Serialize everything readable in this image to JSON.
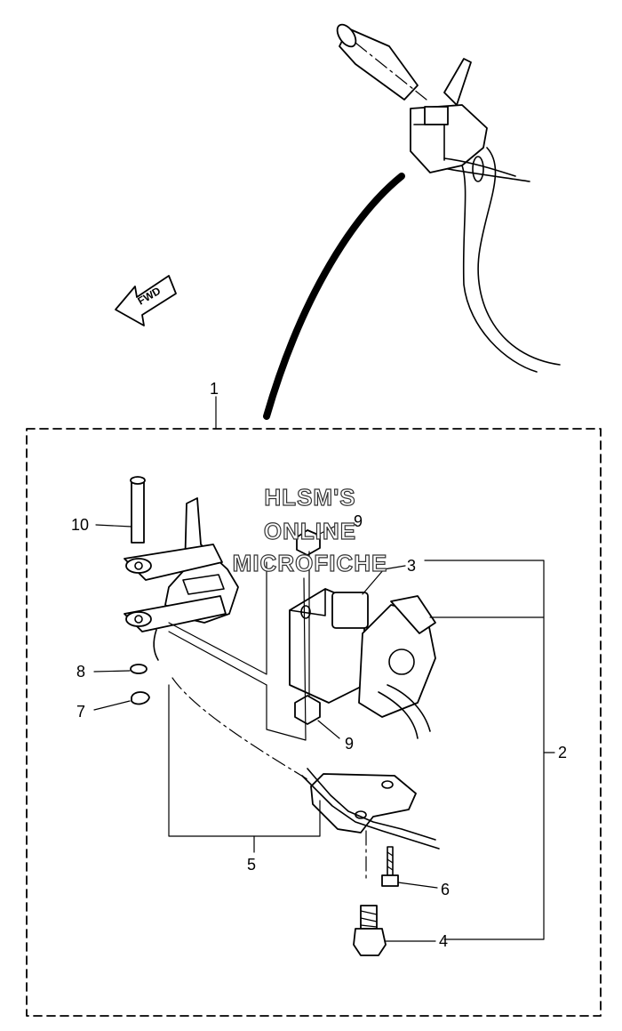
{
  "watermark": {
    "line1": "HLSM'S",
    "line2": "ONLINE",
    "line3": "MICROFICHE"
  },
  "direction_arrow": {
    "label": "FWD",
    "icon": "fwd-arrow-icon"
  },
  "callouts": {
    "c1": "1",
    "c2": "2",
    "c3": "3",
    "c4": "4",
    "c5": "5",
    "c6": "6",
    "c7": "7",
    "c8": "8",
    "c9a": "9",
    "c9b": "9",
    "c10": "10"
  }
}
